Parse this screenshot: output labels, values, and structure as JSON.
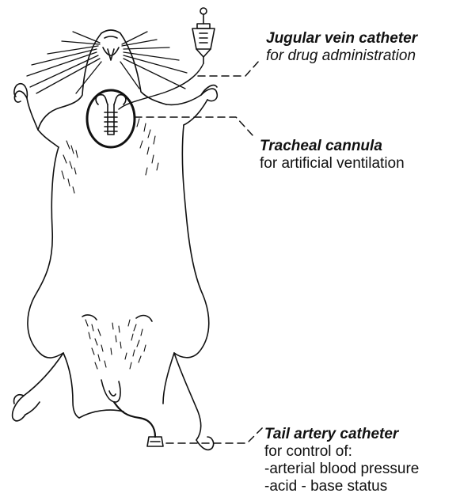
{
  "labels": {
    "jugular": {
      "title": "Jugular vein catheter",
      "sub": "for drug administration"
    },
    "tracheal": {
      "title": "Tracheal cannula",
      "sub": "for artificial ventilation"
    },
    "tail": {
      "title": "Tail artery catheter",
      "lines": [
        "for control of:",
        "-arterial blood pressure",
        "-acid - base status"
      ]
    }
  },
  "colors": {
    "ink": "#111111",
    "background": "#ffffff"
  }
}
